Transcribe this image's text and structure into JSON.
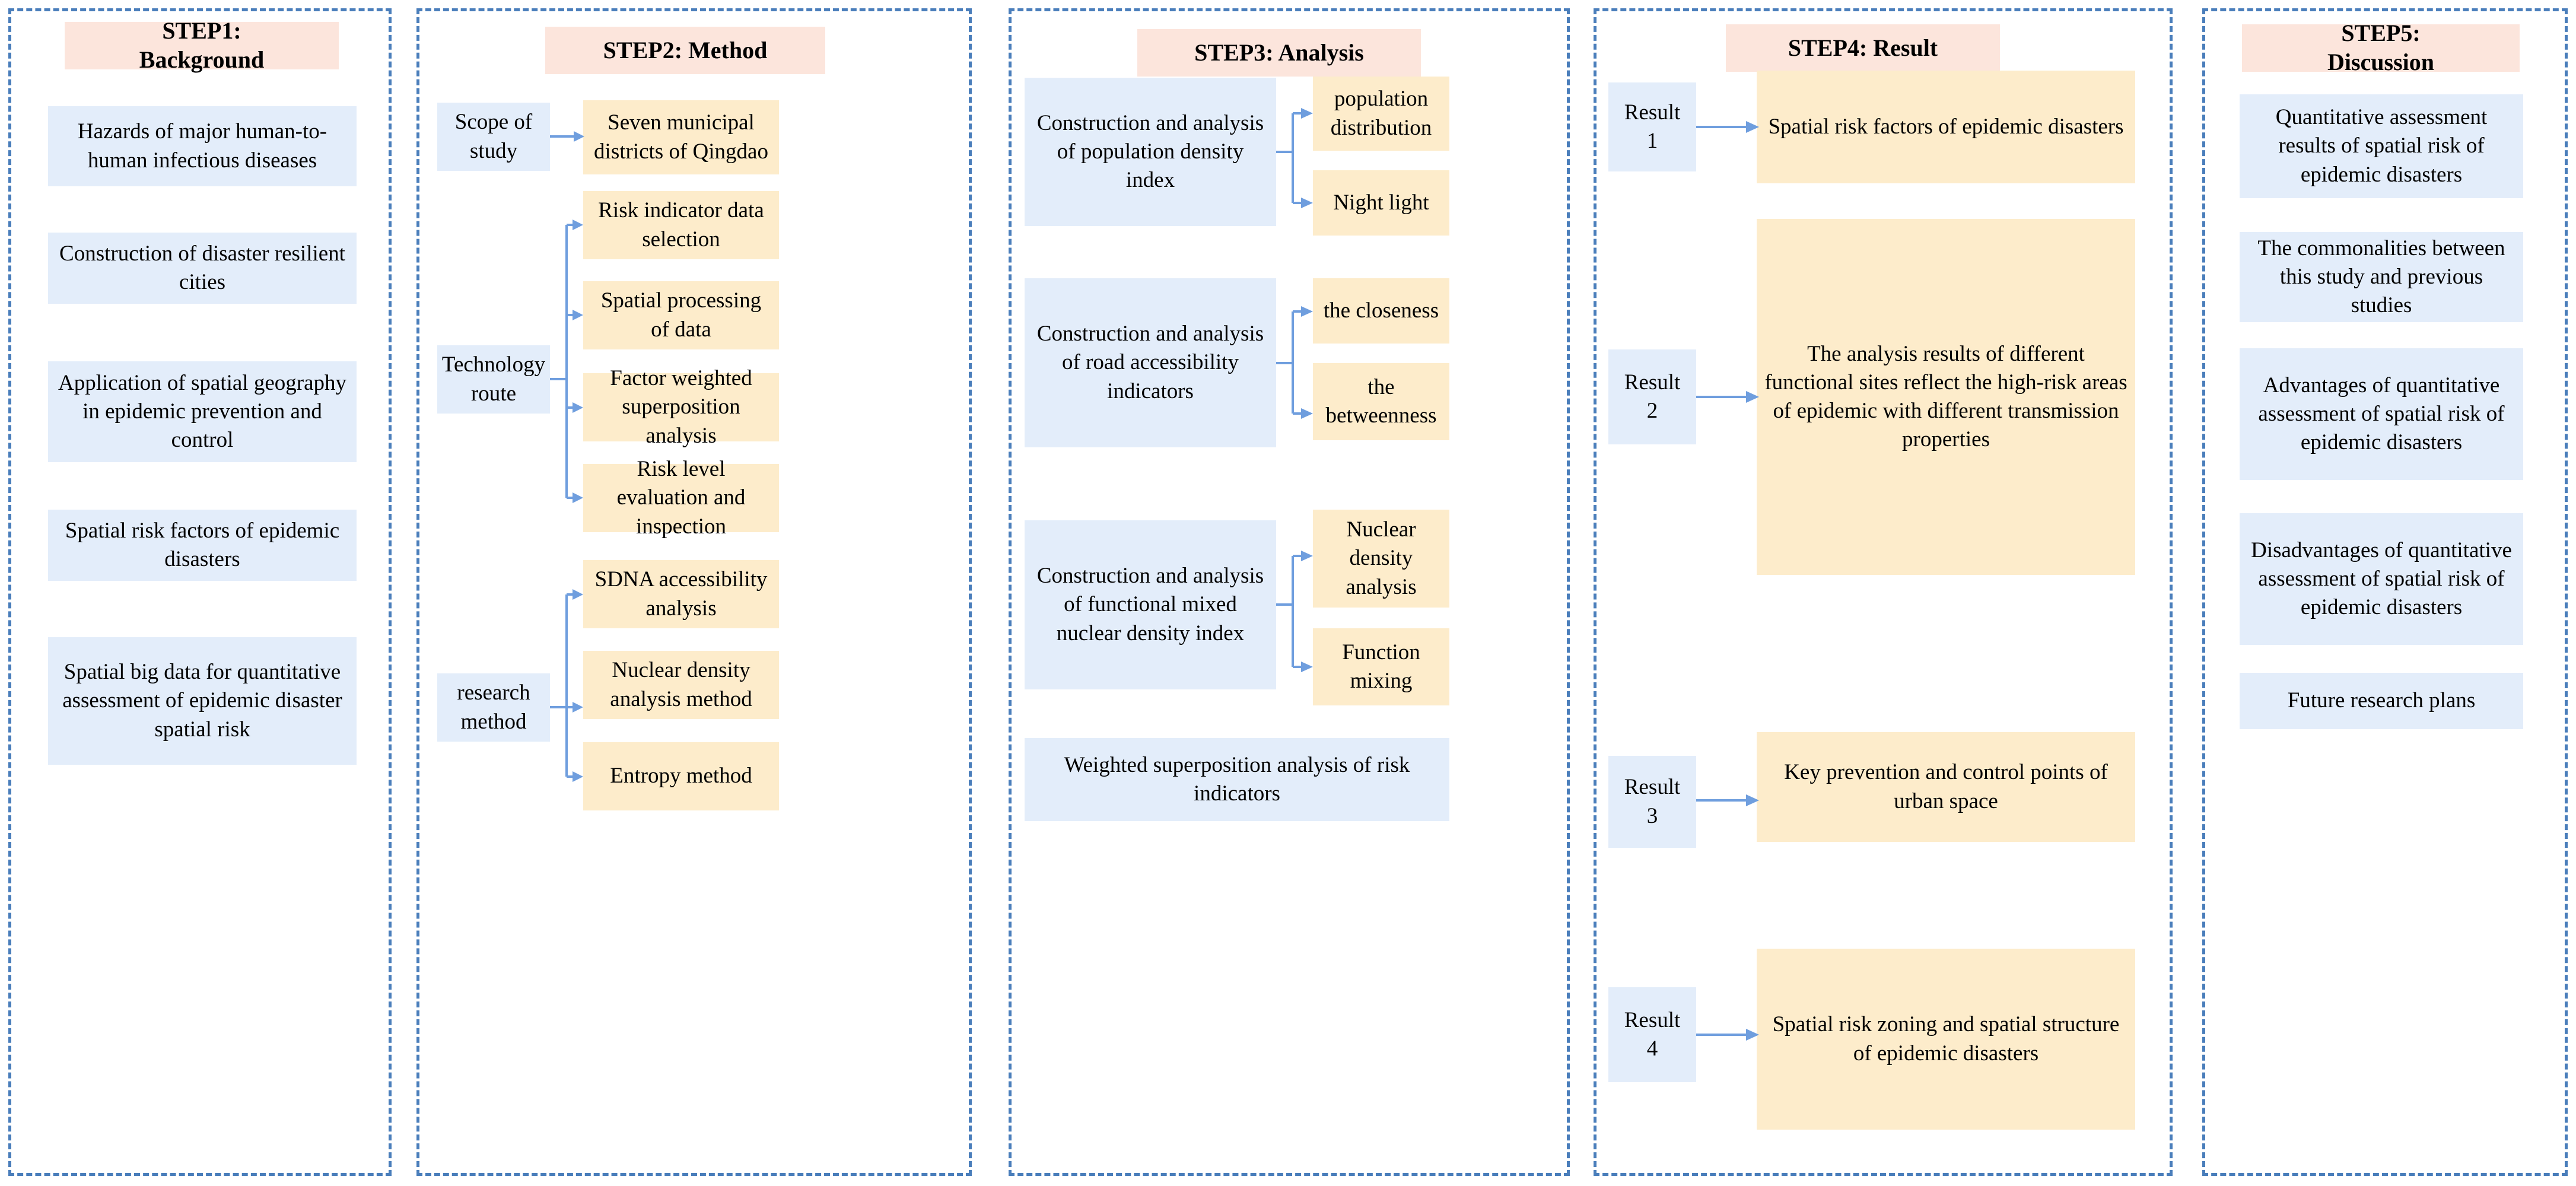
{
  "diagram": {
    "title_absent": true,
    "accent_colors": {
      "panel_border": "#4a7ebb",
      "header_fill": "#fce5dc",
      "input_fill": "#e3edfa",
      "output_fill": "#fdeccb",
      "arrow": "#6f9ede"
    }
  },
  "columns": [
    {
      "id": "step1",
      "header": "STEP1: Background",
      "header_lines": [
        "STEP1:",
        "Background"
      ],
      "items": [
        "Hazards of major human-to-human infectious diseases",
        "Construction of disaster resilient cities",
        "Application of spatial geography in epidemic prevention and control",
        "Spatial risk factors of epidemic disasters",
        "Spatial big data for quantitative assessment of epidemic disaster spatial risk"
      ]
    },
    {
      "id": "step2",
      "header": "STEP2: Method",
      "header_lines": [
        "STEP2: Method"
      ],
      "groups": [
        {
          "source": "Scope of study",
          "targets": [
            "Seven municipal districts of Qingdao"
          ]
        },
        {
          "source": "Technology route",
          "targets": [
            "Risk indicator data selection",
            "Spatial processing of data",
            "Factor weighted superposition analysis",
            "Risk level evaluation and inspection"
          ]
        },
        {
          "source": "research method",
          "targets": [
            "SDNA accessibility analysis",
            "Nuclear density analysis method",
            "Entropy method"
          ]
        }
      ]
    },
    {
      "id": "step3",
      "header": "STEP3: Analysis",
      "header_lines": [
        "STEP3: Analysis"
      ],
      "groups": [
        {
          "source": "Construction and analysis of population density index",
          "targets": [
            "population distribution",
            "Night light"
          ]
        },
        {
          "source": "Construction and analysis of road accessibility indicators",
          "targets": [
            "the closeness",
            "the betweenness"
          ]
        },
        {
          "source": "Construction and analysis of functional mixed nuclear density index",
          "targets": [
            "Nuclear density analysis",
            "Function mixing"
          ]
        }
      ],
      "standalone": [
        "Weighted superposition analysis of risk indicators"
      ]
    },
    {
      "id": "step4",
      "header": "STEP4: Result",
      "header_lines": [
        "STEP4: Result"
      ],
      "groups": [
        {
          "source": "Result 1",
          "source_lines": [
            "Result",
            "1"
          ],
          "targets": [
            "Spatial risk factors of epidemic disasters"
          ]
        },
        {
          "source": "Result 2",
          "source_lines": [
            "Result",
            "2"
          ],
          "targets": [
            "The analysis results of different functional sites reflect the high-risk areas of epidemic with different transmission properties"
          ]
        },
        {
          "source": "Result 3",
          "source_lines": [
            "Result",
            "3"
          ],
          "targets": [
            "Key prevention and control points of urban space"
          ]
        },
        {
          "source": "Result 4",
          "source_lines": [
            "Result",
            "4"
          ],
          "targets": [
            "Spatial risk zoning and spatial structure of epidemic disasters"
          ]
        }
      ]
    },
    {
      "id": "step5",
      "header": "STEP5: Discussion",
      "header_lines": [
        "STEP5:",
        "Discussion"
      ],
      "items": [
        "Quantitative assessment results of spatial risk of epidemic disasters",
        "The commonalities between this study and previous studies",
        "Advantages of quantitative assessment of spatial risk of epidemic disasters",
        "Disadvantages of quantitative assessment of spatial risk of epidemic disasters",
        "Future research plans"
      ]
    }
  ]
}
